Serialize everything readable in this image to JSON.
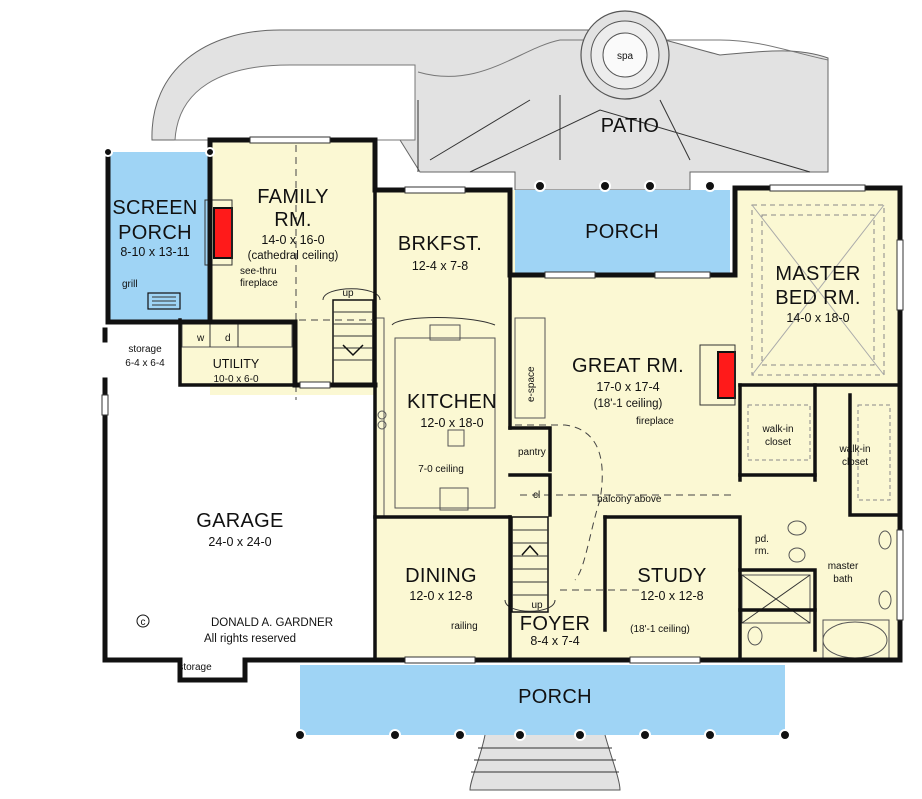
{
  "title": "Floor plan",
  "colors": {
    "interior": "#fbf8d3",
    "porch": "#9fd4f5",
    "paving": "#e2e2e2",
    "fireplace": "#ff1a1a",
    "wall": "#111111"
  },
  "rooms": {
    "patio": {
      "name": "PATIO"
    },
    "spa": {
      "name": "spa"
    },
    "screen_porch": {
      "line1": "SCREEN",
      "line2": "PORCH",
      "dims": "8-10  x  13-11"
    },
    "grill": {
      "name": "grill"
    },
    "family_rm": {
      "line1": "FAMILY",
      "line2": "RM.",
      "dims": "14-0  x  16-0",
      "note": "(cathedral ceiling)"
    },
    "see_thru_fireplace": {
      "line1": "see-thru",
      "line2": "fireplace"
    },
    "brkfst": {
      "name": "BRKFST.",
      "dims": "12-4  x  7-8"
    },
    "rear_porch": {
      "name": "PORCH"
    },
    "master_bed": {
      "line1": "MASTER",
      "line2": "BED RM.",
      "dims": "14-0  x  18-0"
    },
    "great_rm": {
      "name": "GREAT RM.",
      "dims": "17-0  x  17-4",
      "note": "(18'-1 ceiling)"
    },
    "fireplace": {
      "name": "fireplace"
    },
    "e_space": {
      "name": "e-space"
    },
    "kitchen": {
      "name": "KITCHEN",
      "dims": "12-0  x  18-0",
      "note": "7-0 ceiling"
    },
    "pantry": {
      "name": "pantry"
    },
    "cl": {
      "name": "cl"
    },
    "balcony": {
      "name": "balcony above"
    },
    "utility": {
      "name": "UTILITY",
      "dims": "10-0  x  6-0",
      "washer": "w",
      "dryer": "d"
    },
    "storage_side": {
      "name": "storage",
      "dims": "6-4  x  6-4"
    },
    "walk_in_closet_1": {
      "line1": "walk-in",
      "line2": "closet"
    },
    "walk_in_closet_2": {
      "line1": "walk-in",
      "line2": "closet"
    },
    "pd_rm": {
      "line1": "pd.",
      "line2": "rm."
    },
    "master_bath": {
      "line1": "master",
      "line2": "bath"
    },
    "garage": {
      "name": "GARAGE",
      "dims": "24-0  x  24-0"
    },
    "dining": {
      "name": "DINING",
      "dims": "12-0  x  12-8"
    },
    "study": {
      "name": "STUDY",
      "dims": "12-0  x  12-8",
      "note": "(18'-1 ceiling)"
    },
    "foyer": {
      "name": "FOYER",
      "dims": "8-4  x  7-4"
    },
    "railing": {
      "name": "railing"
    },
    "stair_up_1": {
      "name": "up"
    },
    "stair_up_2": {
      "name": "up"
    },
    "storage_bottom": {
      "name": "storage"
    },
    "front_porch": {
      "name": "PORCH"
    }
  },
  "copyright": {
    "symbol": "c",
    "line1": "DONALD  A.  GARDNER",
    "line2": "All rights reserved"
  }
}
